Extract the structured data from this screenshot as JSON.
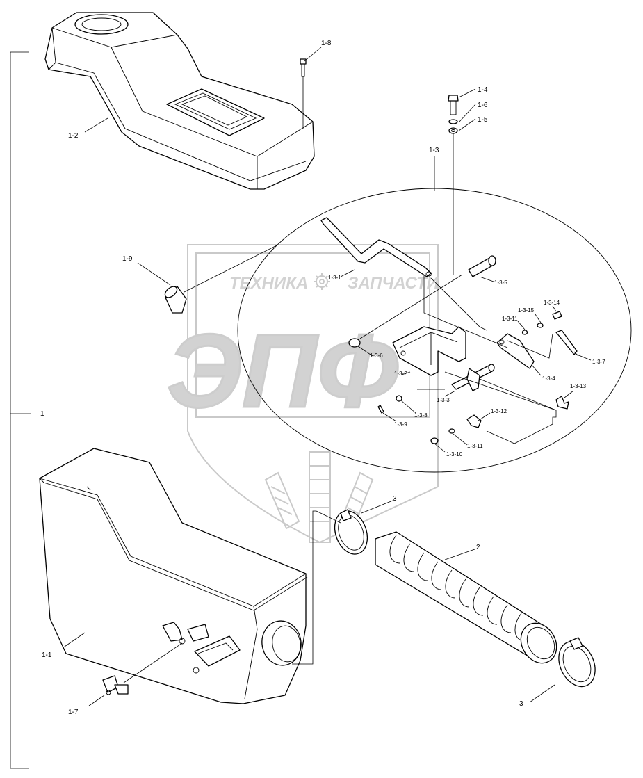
{
  "watermark": {
    "top_left": "ТЕХНИКА",
    "top_right": "ЗАПЧАСТИ",
    "big": "ЭПФ",
    "gear_icon": "gear-icon"
  },
  "labels": {
    "l1": "1",
    "l1_1": "1-1",
    "l1_2": "1-2",
    "l1_3": "1-3",
    "l1_4": "1-4",
    "l1_5": "1-5",
    "l1_6": "1-6",
    "l1_7": "1-7",
    "l1_8": "1-8",
    "l1_9": "1-9",
    "l2": "2",
    "l3_top": "3",
    "l3_bottom": "3",
    "l1_3_1": "1-3-1",
    "l1_3_2": "1-3-2",
    "l1_3_3": "1-3-3",
    "l1_3_4": "1-3-4",
    "l1_3_5": "1-3-5",
    "l1_3_6": "1-3-6",
    "l1_3_7": "1-3-7",
    "l1_3_8": "1-3-8",
    "l1_3_9": "1-3-9",
    "l1_3_10": "1-3-10",
    "l1_3_11a": "1-3-11",
    "l1_3_11b": "1-3-11",
    "l1_3_12": "1-3-12",
    "l1_3_13": "1-3-13",
    "l1_3_14": "1-3-14",
    "l1_3_15": "1-3-15"
  }
}
